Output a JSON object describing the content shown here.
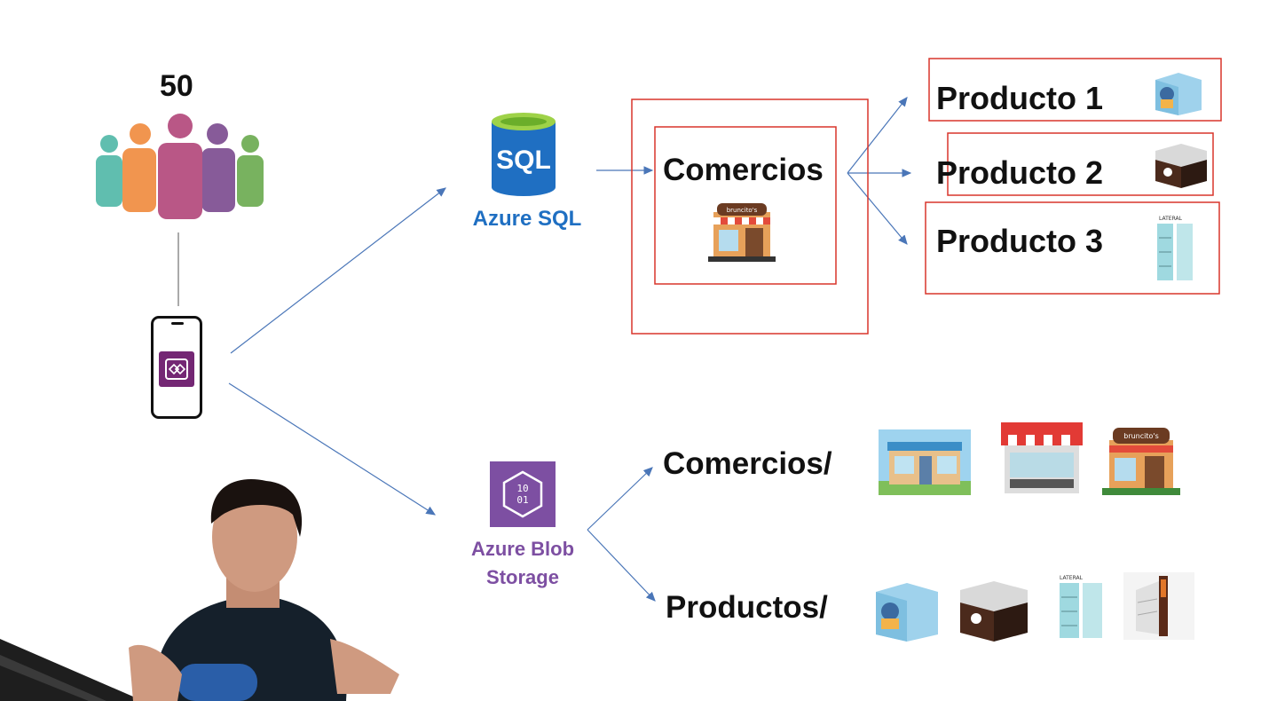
{
  "users": {
    "count": "50"
  },
  "azure_sql": {
    "icon_text": "SQL",
    "label": "Azure SQL"
  },
  "azure_blob": {
    "icon_text_1": "10",
    "icon_text_2": "01",
    "label_line1": "Azure Blob",
    "label_line2": "Storage"
  },
  "comercios": {
    "label": "Comercios"
  },
  "productos": [
    {
      "label": "Producto 1"
    },
    {
      "label": "Producto 2"
    },
    {
      "label": "Producto 3"
    }
  ],
  "folders": {
    "comercios": "Comercios/",
    "productos": "Productos/"
  },
  "thumb_text": {
    "store_sign": "bruncito's",
    "lateral": "LATERAL"
  },
  "colors": {
    "arrow": "#4a76b8",
    "box_red": "#d9352b",
    "sql_blue": "#1f6fc2",
    "blob_purple": "#7d4fa2",
    "app_purple": "#742774"
  }
}
